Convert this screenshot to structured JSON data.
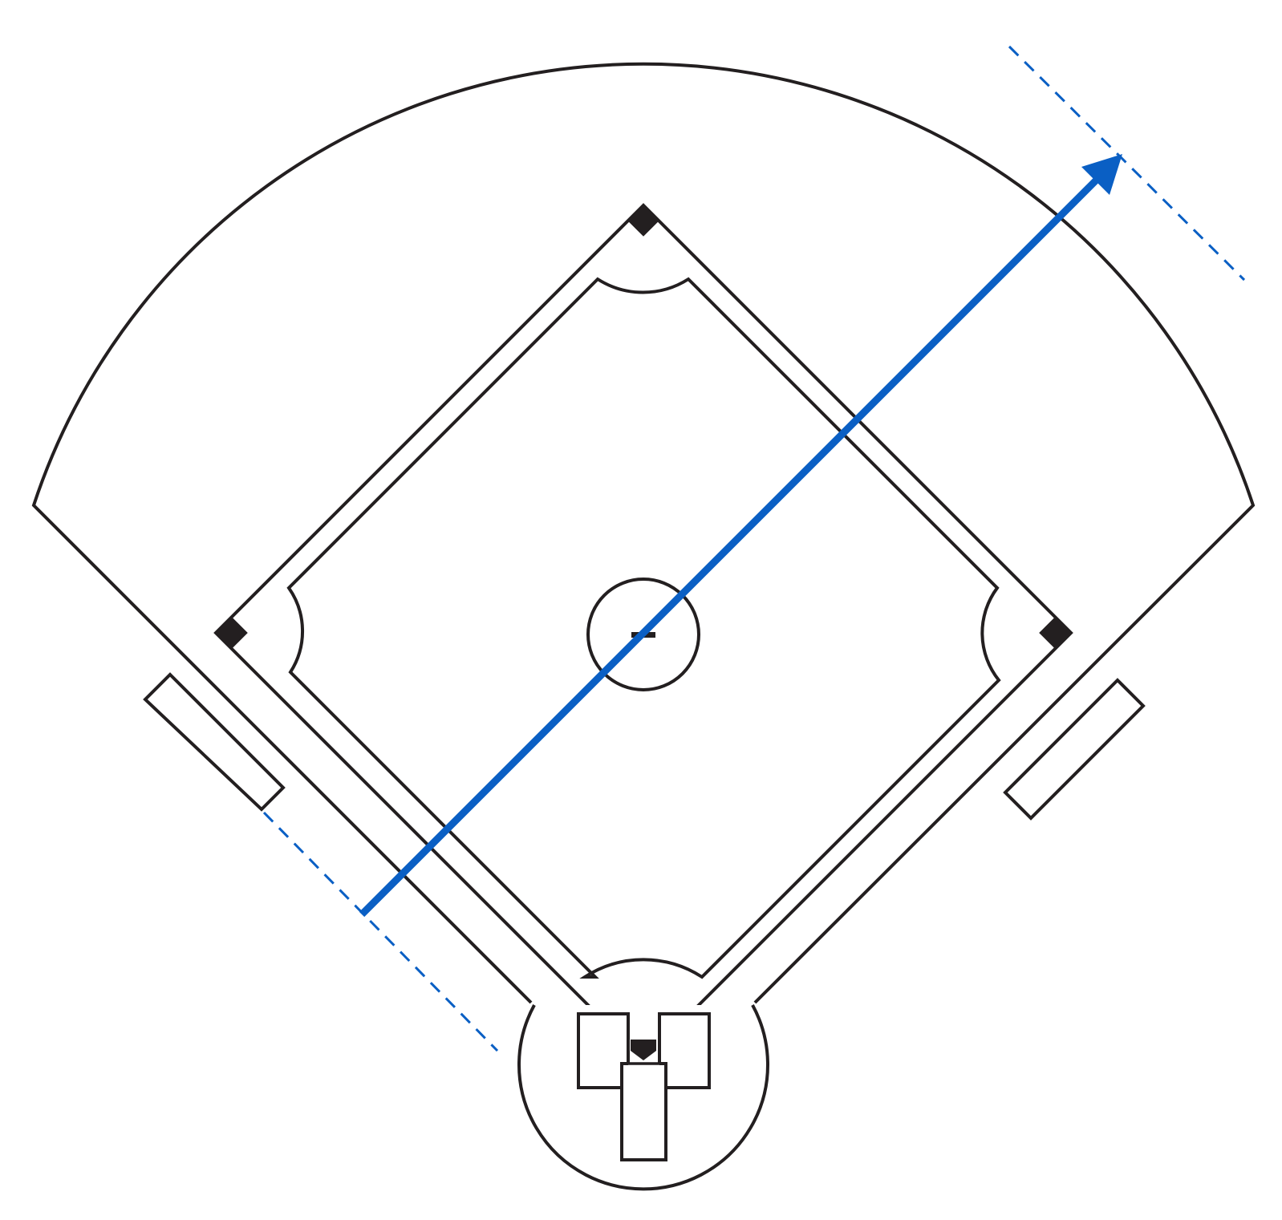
{
  "diagram": {
    "colors": {
      "outline": "#231f20",
      "accent": "#0a5fc4",
      "background": "#ffffff"
    },
    "elements": {
      "outfield_fence": "outfield-fence",
      "infield_diamond": "infield-diamond",
      "pitchers_mound": "pitchers-mound",
      "home_plate_area": "home-plate-area",
      "first_base_dugout": "dugout-right",
      "third_base_dugout": "dugout-left",
      "bases": [
        "first-base",
        "second-base",
        "third-base",
        "home-plate"
      ],
      "direction_arrow": "direction-arrow",
      "reference_lines": [
        "reference-line-left",
        "reference-line-right"
      ]
    }
  }
}
